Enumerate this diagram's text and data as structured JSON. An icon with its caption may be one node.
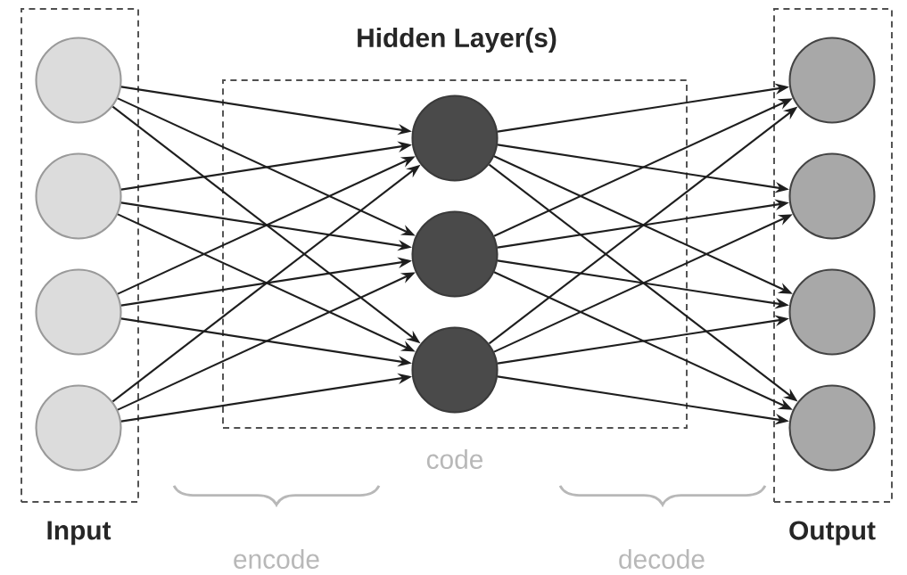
{
  "diagram": {
    "nodes": [
      {
        "text": [
          "Input"
        ]
      },
      {
        "text": [],
        "shape": "circle",
        "in": 0
      },
      {
        "text": [],
        "shape": "circle",
        "in": 0
      },
      {
        "text": [],
        "shape": "circle",
        "in": 0
      },
      {
        "text": [],
        "shape": "circle",
        "in": 0
      },
      {
        "text": [
          "Hidden Layer(s)"
        ],
        "beside": [
          "code"
        ]
      },
      {
        "text": [],
        "shape": "circle",
        "in": 5
      },
      {
        "text": [],
        "shape": "circle",
        "in": 5
      },
      {
        "text": [],
        "shape": "circle",
        "in": 5
      },
      {
        "text": [
          "Output"
        ]
      },
      {
        "text": [],
        "shape": "circle",
        "in": 9
      },
      {
        "text": [],
        "shape": "circle",
        "in": 9
      },
      {
        "text": [],
        "shape": "circle",
        "in": 9
      },
      {
        "text": [],
        "shape": "circle",
        "in": 9
      }
    ],
    "edges": [
      {
        "from": 1,
        "to": 6,
        "arrow": "to"
      },
      {
        "from": 1,
        "to": 7,
        "arrow": "to"
      },
      {
        "from": 1,
        "to": 8,
        "arrow": "to"
      },
      {
        "from": 2,
        "to": 6,
        "arrow": "to"
      },
      {
        "from": 2,
        "to": 7,
        "arrow": "to"
      },
      {
        "from": 2,
        "to": 8,
        "arrow": "to"
      },
      {
        "from": 3,
        "to": 6,
        "arrow": "to"
      },
      {
        "from": 3,
        "to": 7,
        "arrow": "to"
      },
      {
        "from": 3,
        "to": 8,
        "arrow": "to"
      },
      {
        "from": 4,
        "to": 6,
        "arrow": "to"
      },
      {
        "from": 4,
        "to": 7,
        "arrow": "to"
      },
      {
        "from": 4,
        "to": 8,
        "arrow": "to"
      },
      {
        "from": 6,
        "to": 10,
        "arrow": "to"
      },
      {
        "from": 6,
        "to": 11,
        "arrow": "to"
      },
      {
        "from": 6,
        "to": 12,
        "arrow": "to"
      },
      {
        "from": 6,
        "to": 13,
        "arrow": "to"
      },
      {
        "from": 7,
        "to": 10,
        "arrow": "to"
      },
      {
        "from": 7,
        "to": 11,
        "arrow": "to"
      },
      {
        "from": 7,
        "to": 12,
        "arrow": "to"
      },
      {
        "from": 7,
        "to": 13,
        "arrow": "to"
      },
      {
        "from": 8,
        "to": 10,
        "arrow": "to"
      },
      {
        "from": 8,
        "to": 11,
        "arrow": "to"
      },
      {
        "from": 8,
        "to": 12,
        "arrow": "to"
      },
      {
        "from": 8,
        "to": 13,
        "arrow": "to"
      }
    ],
    "labels": [
      "encode",
      "decode"
    ]
  }
}
